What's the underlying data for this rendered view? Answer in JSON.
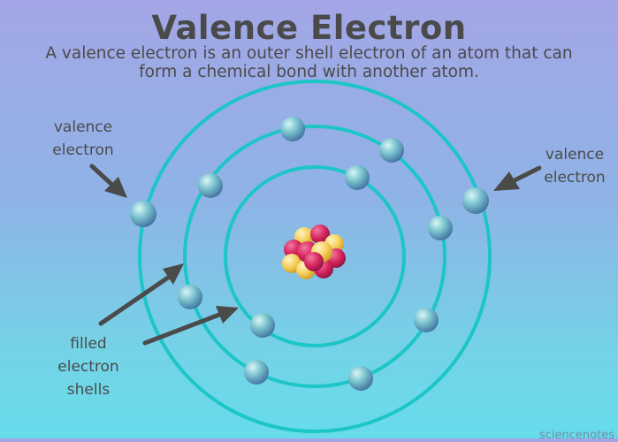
{
  "title": "Valence Electron",
  "subtitle_line1": "A valence electron is an outer shell electron of an atom that can",
  "subtitle_line2": "form a chemical bond with another atom.",
  "labels": {
    "valence_left_line1": "valence",
    "valence_left_line2": "electron",
    "valence_right_line1": "valence",
    "valence_right_line2": "electron",
    "filled_line1": "filled",
    "filled_line2": "electron",
    "filled_line3": "shells"
  },
  "watermark": "sciencenotes",
  "colors": {
    "shell": "#1cc6c6",
    "arrow": "#4a4a4a",
    "text": "#4a4a4a",
    "proton": "#d6265e",
    "neutron": "#f6cf5a",
    "electron": "#6fb6c8"
  }
}
